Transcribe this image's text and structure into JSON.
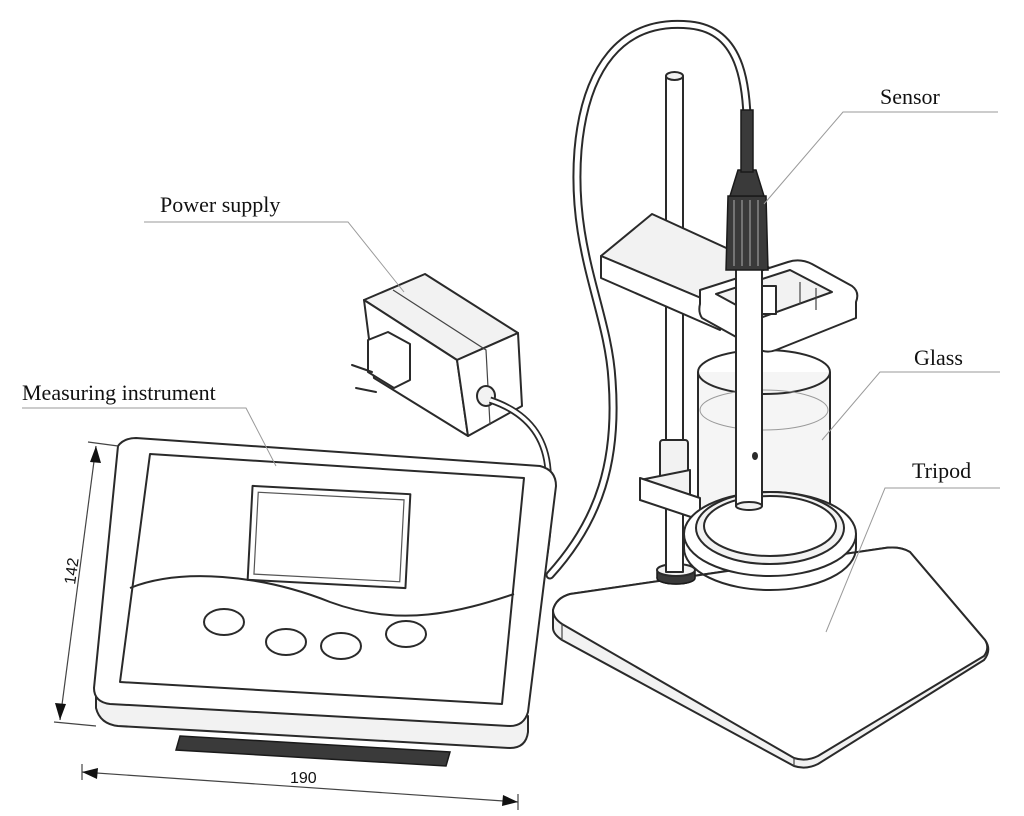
{
  "labels": {
    "sensor": "Sensor",
    "power_supply": "Power supply",
    "glass": "Glass",
    "measuring_instrument": "Measuring instrument",
    "tripod": "Tripod"
  },
  "dimensions": {
    "height": "142",
    "width": "190"
  }
}
